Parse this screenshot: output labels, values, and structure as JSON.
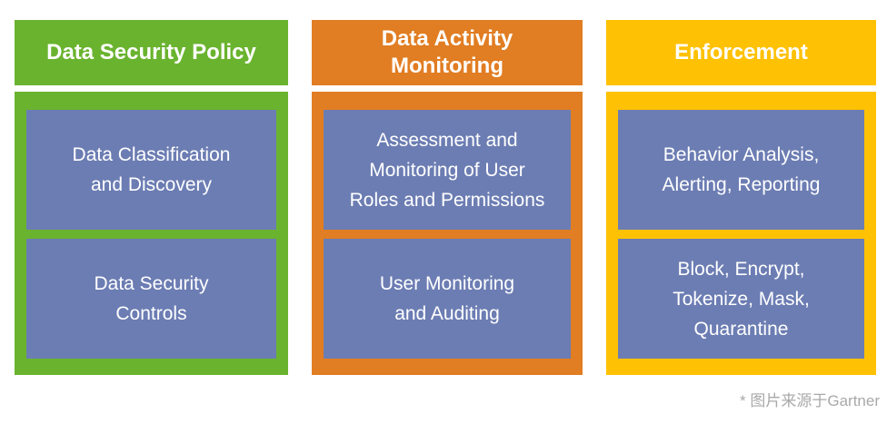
{
  "columns": [
    {
      "name": "Data Security Policy",
      "accent": "#6AB32F",
      "title_lines": [
        "Data Security Policy"
      ],
      "boxes": [
        {
          "lines": [
            "Data Classification",
            "and Discovery"
          ]
        },
        {
          "lines": [
            "Data Security",
            "Controls"
          ]
        }
      ]
    },
    {
      "name": "Data Activity Monitoring",
      "accent": "#E17D22",
      "title_lines": [
        "Data Activity",
        "Monitoring"
      ],
      "boxes": [
        {
          "lines": [
            "Assessment and",
            "Monitoring of User",
            "Roles and Permissions"
          ]
        },
        {
          "lines": [
            "User Monitoring",
            "and Auditing"
          ]
        }
      ]
    },
    {
      "name": "Enforcement",
      "accent": "#FFC103",
      "title_lines": [
        "Enforcement"
      ],
      "boxes": [
        {
          "lines": [
            "Behavior Analysis,",
            "Alerting, Reporting"
          ]
        },
        {
          "lines": [
            "Block, Encrypt,",
            "Tokenize, Mask,",
            "Quarantine"
          ]
        }
      ]
    }
  ],
  "colors": {
    "pillar_green": "#6AB32F",
    "pillar_orange": "#E17D22",
    "pillar_yellow": "#FFC103",
    "item_box_blue": "#6C7DB3",
    "text_white": "#FFFFFF",
    "footnote_gray": "#A9A9A9"
  },
  "footnote": "* 图片来源于Gartner"
}
